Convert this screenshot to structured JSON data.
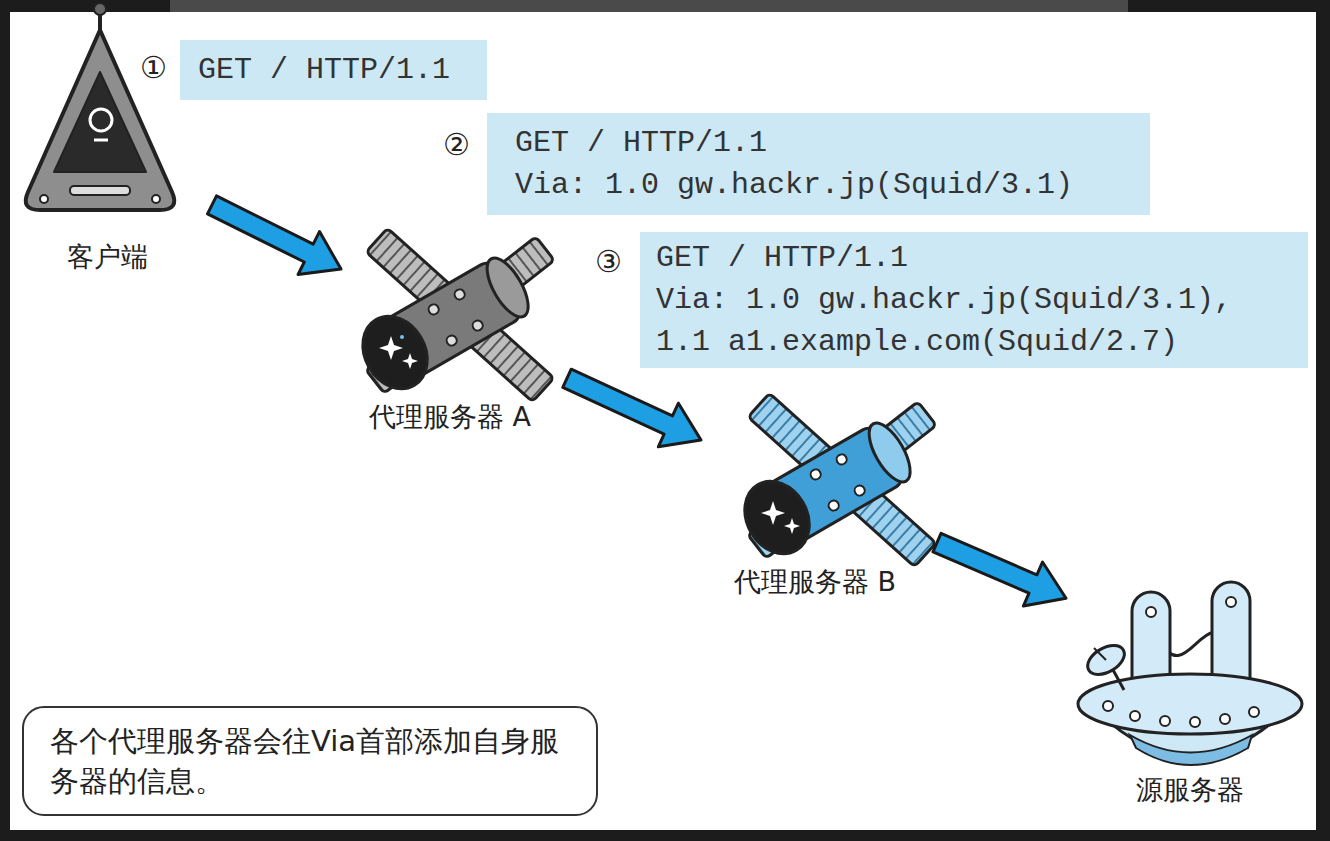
{
  "diagram": {
    "nodes": [
      {
        "text": [
          "客户端"
        ]
      },
      {
        "text": [
          "GET / HTTP/1.1"
        ]
      },
      {
        "text": [
          "GET / HTTP/1.1",
          "Via: 1.0 gw.hackr.jp(Squid/3.1)"
        ]
      },
      {
        "text": [
          "GET / HTTP/1.1",
          "Via: 1.0 gw.hackr.jp(Squid/3.1),",
          "1.1 a1.example.com(Squid/2.7)"
        ]
      },
      {
        "text": [
          "代理服务器 A"
        ]
      },
      {
        "text": [
          "代理服务器 B"
        ]
      },
      {
        "text": [
          "源服务器"
        ]
      },
      {
        "text": [
          "各个代理服务器会往Via首部添加自身服务器的信息。"
        ]
      }
    ],
    "edges": [
      {
        "from": 0,
        "to": 4,
        "arrow": "to"
      },
      {
        "from": 4,
        "to": 5,
        "arrow": "to"
      },
      {
        "from": 5,
        "to": 6,
        "arrow": "to"
      }
    ],
    "labels": [
      "①",
      "②",
      "③"
    ]
  }
}
